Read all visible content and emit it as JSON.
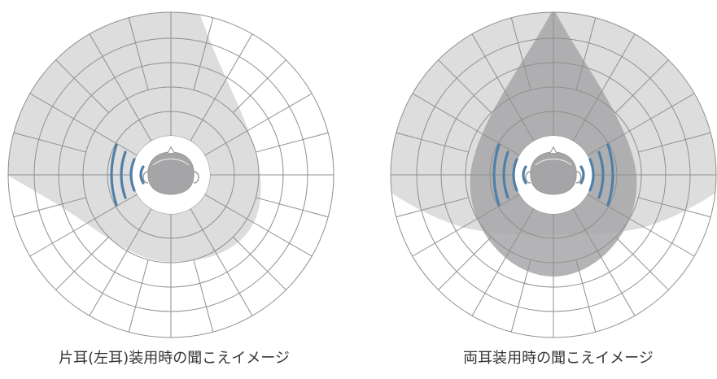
{
  "colors": {
    "ring_line": "#8f8f8f",
    "light_zone": "#dddddd",
    "dark_zone": "#a7a7a9",
    "head": "#a5a5a7",
    "head_outline": "#9a9a9a",
    "sound_wave": "#4f7fa8",
    "caption": "#333333"
  },
  "icons": {
    "head": "head-icon",
    "waves": "sound-wave-icon"
  },
  "panels": [
    {
      "id": "single-ear",
      "caption": "片耳(左耳)装用時の聞こえイメージ",
      "wave_sides": [
        "left"
      ]
    },
    {
      "id": "both-ears",
      "caption": "両耳装用時の聞こえイメージ",
      "wave_sides": [
        "left",
        "right"
      ]
    }
  ]
}
